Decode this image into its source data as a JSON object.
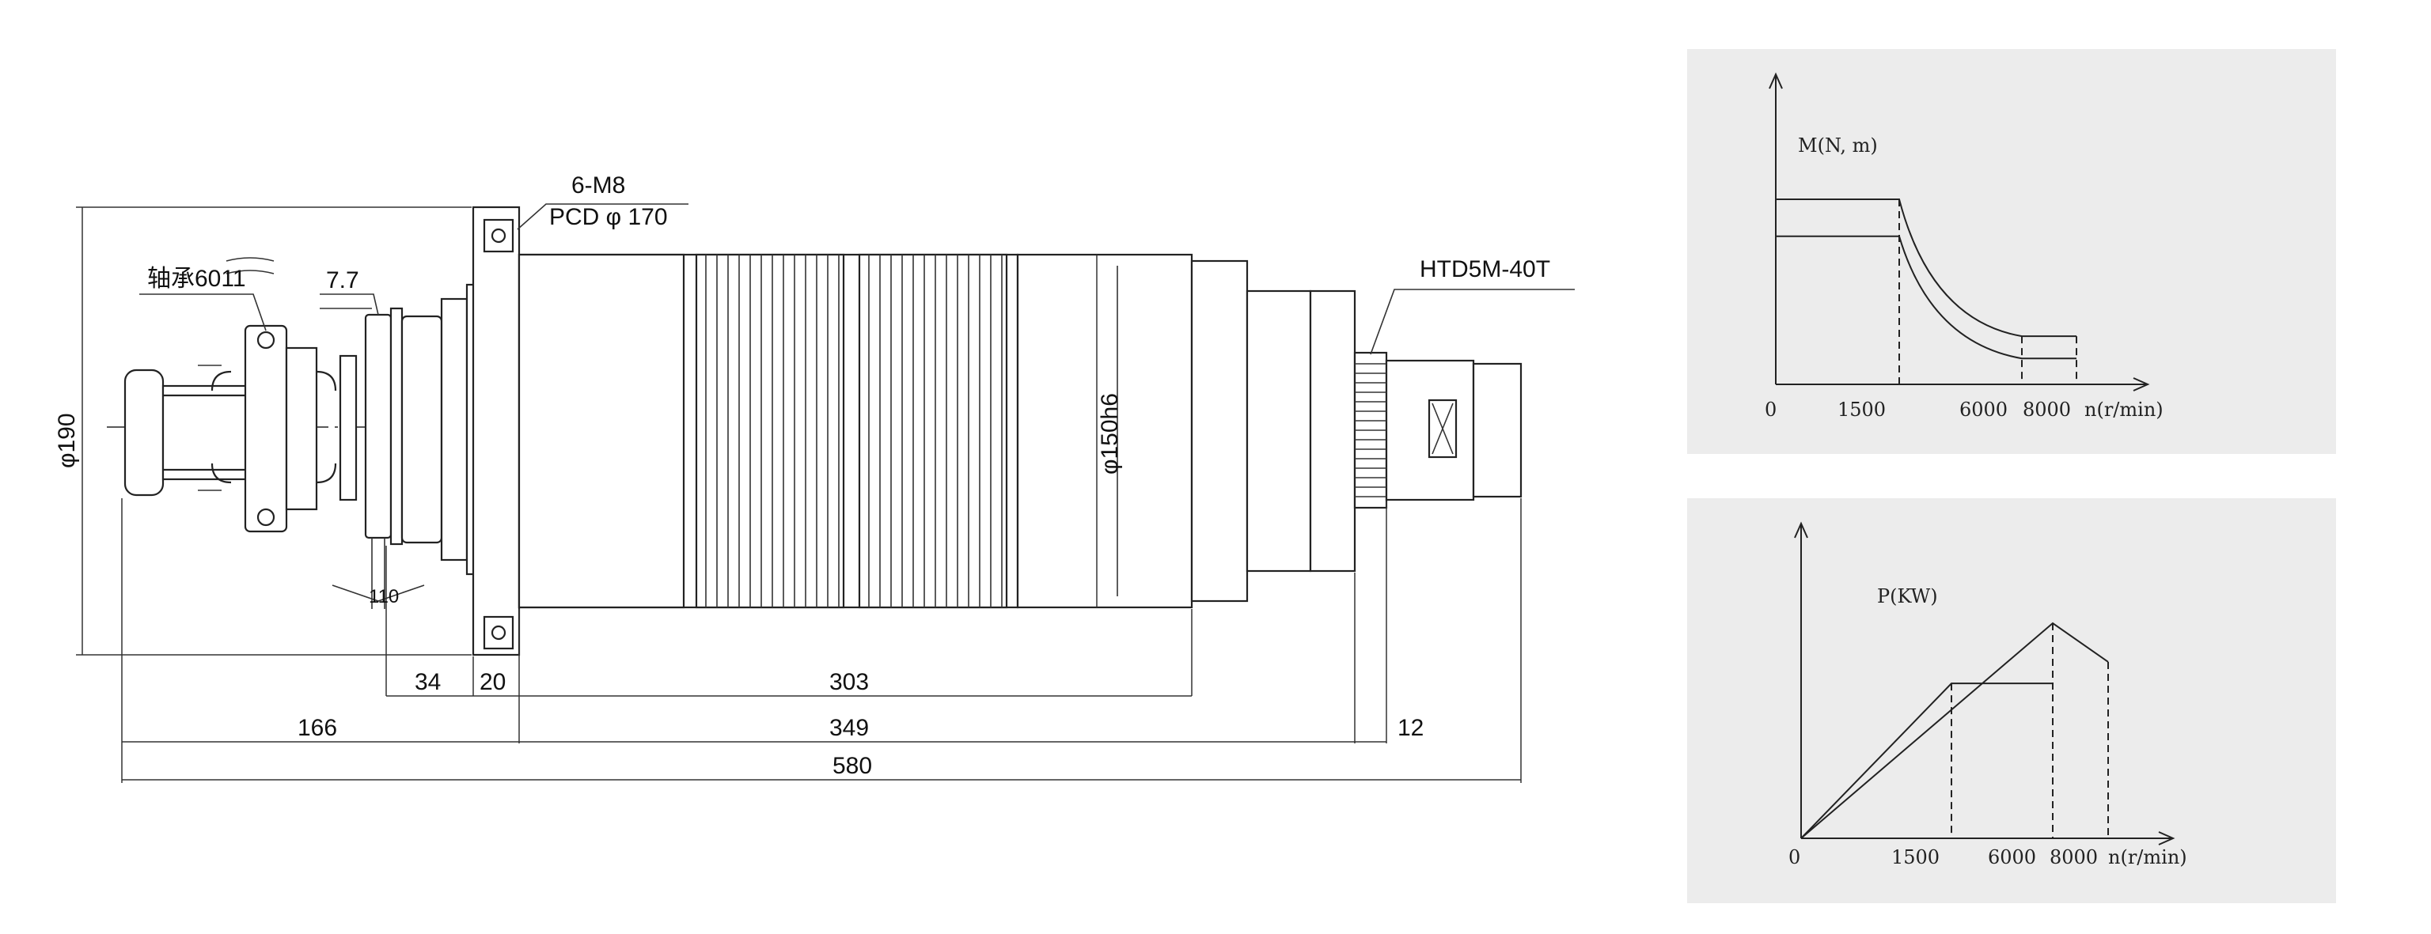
{
  "drawing": {
    "labels": {
      "bolts": "6-M8",
      "pcd": "PCD φ 170",
      "bearing": "轴承6011",
      "gap": "7.7",
      "angle": "110",
      "diameter_main": "φ190",
      "diameter_body": "φ150h6",
      "pulley": "HTD5M-40T"
    },
    "dimensions": {
      "d34": "34",
      "d20": "20",
      "d303": "303",
      "d166": "166",
      "d349": "349",
      "d12": "12",
      "d580": "580"
    }
  },
  "chart_data": [
    {
      "type": "line",
      "title": "",
      "ylabel": "M(N, m)",
      "xlabel": "n(r/min)",
      "origin_label": "0",
      "x_ticks": [
        "1500",
        "6000",
        "8000"
      ],
      "series": [
        {
          "x": [
            0,
            1500,
            6000,
            8000
          ],
          "y": [
            1.0,
            1.0,
            0.26,
            0.26
          ]
        },
        {
          "x": [
            0,
            1500,
            6000,
            8000
          ],
          "y": [
            0.8,
            0.8,
            0.14,
            0.14
          ]
        }
      ],
      "grid": false
    },
    {
      "type": "line",
      "title": "",
      "ylabel": "P(KW)",
      "xlabel": "n(r/min)",
      "origin_label": "0",
      "x_ticks": [
        "1500",
        "6000",
        "8000"
      ],
      "series": [
        {
          "x": [
            0,
            6000,
            8000
          ],
          "y": [
            0,
            1.0,
            0.82
          ]
        },
        {
          "x": [
            0,
            1500,
            6000
          ],
          "y": [
            0,
            0.72,
            0.72
          ]
        }
      ],
      "grid": false
    }
  ]
}
